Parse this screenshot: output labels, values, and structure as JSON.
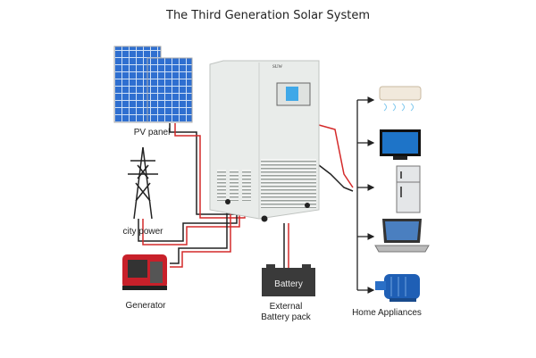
{
  "title": "The Third Generation Solar System",
  "labels": {
    "pv_panel": "PV panel",
    "city_power": "city power",
    "generator": "Generator",
    "battery": "Battery",
    "battery_pack_line1": "External",
    "battery_pack_line2": "Battery pack",
    "home_appliances": "Home Appliances"
  },
  "colors": {
    "wire_red": "#d42a2a",
    "wire_black": "#222222",
    "cabinet": "#e9ecea",
    "battery": "#3a3a3a",
    "panel_blue": "#2f6fd0",
    "screen": "#3fa8e8"
  }
}
